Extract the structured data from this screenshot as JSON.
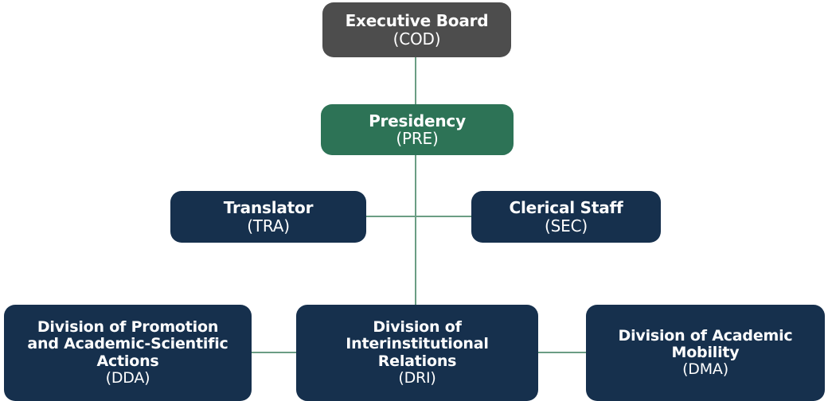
{
  "diagram": {
    "type": "organizational-chart",
    "background_color": "#ffffff",
    "connector_color": "#6b9d84",
    "nodes": [
      {
        "id": "cod",
        "title": "Executive Board",
        "acronym": "(COD)",
        "color": "#4d4d4d",
        "level": 1
      },
      {
        "id": "pre",
        "title": "Presidency",
        "acronym": "(PRE)",
        "color": "#2d7356",
        "level": 2
      },
      {
        "id": "tra",
        "title": "Translator",
        "acronym": "(TRA)",
        "color": "#16304d",
        "level": 3
      },
      {
        "id": "sec",
        "title": "Clerical Staff",
        "acronym": "(SEC)",
        "color": "#16304d",
        "level": 3
      },
      {
        "id": "dda",
        "title": "Division of Promotion\nand Academic-Scientific\nActions",
        "acronym": "(DDA)",
        "color": "#16304d",
        "level": 4
      },
      {
        "id": "dri",
        "title": "Division of\nInterinstitutional\nRelations",
        "acronym": "(DRI)",
        "color": "#16304d",
        "level": 4
      },
      {
        "id": "dma",
        "title": "Division of Academic\nMobility",
        "acronym": "(DMA)",
        "color": "#16304d",
        "level": 4
      }
    ],
    "edges": [
      {
        "from": "cod",
        "to": "pre"
      },
      {
        "from": "pre",
        "to": "tra"
      },
      {
        "from": "pre",
        "to": "sec"
      },
      {
        "from": "pre",
        "to": "dri"
      },
      {
        "from": "dri",
        "to": "dda"
      },
      {
        "from": "dri",
        "to": "dma"
      }
    ]
  }
}
